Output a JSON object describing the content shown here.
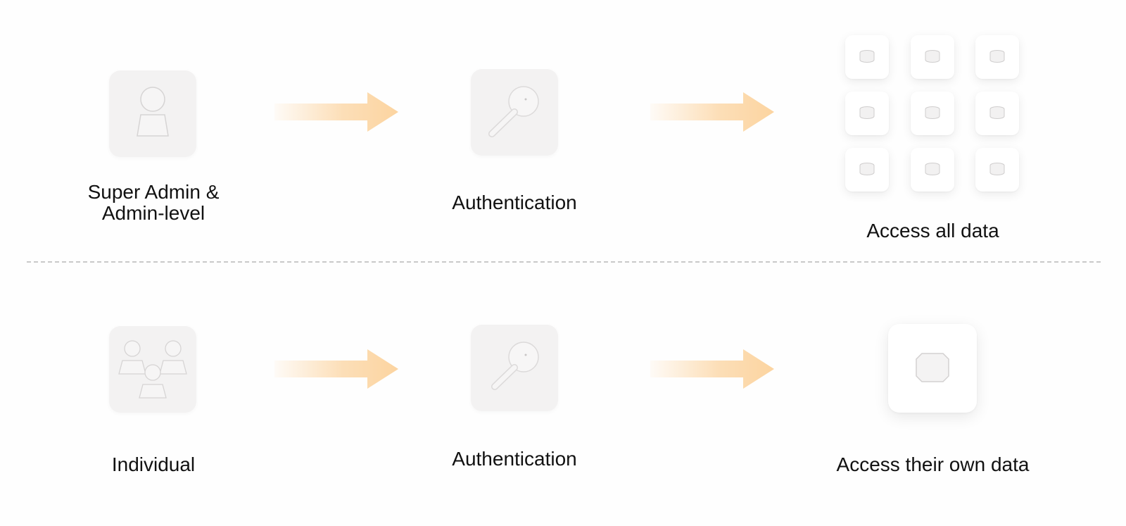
{
  "rows": [
    {
      "actor_label_line1": "Super Admin &",
      "actor_label_line2": "Admin-level",
      "actor_icon": "admin-user-icon",
      "auth_label": "Authentication",
      "auth_icon": "key-icon",
      "result_label": "Access all data",
      "result_icon": "database-grid-icon"
    },
    {
      "actor_label": "Individual",
      "actor_icon": "group-users-icon",
      "auth_label": "Authentication",
      "auth_icon": "key-icon",
      "result_label": "Access their own data",
      "result_icon": "database-icon"
    }
  ],
  "colors": {
    "arrow": "#fcd4a0",
    "tile": "#f3f2f2",
    "divider": "#c9c9c9"
  }
}
